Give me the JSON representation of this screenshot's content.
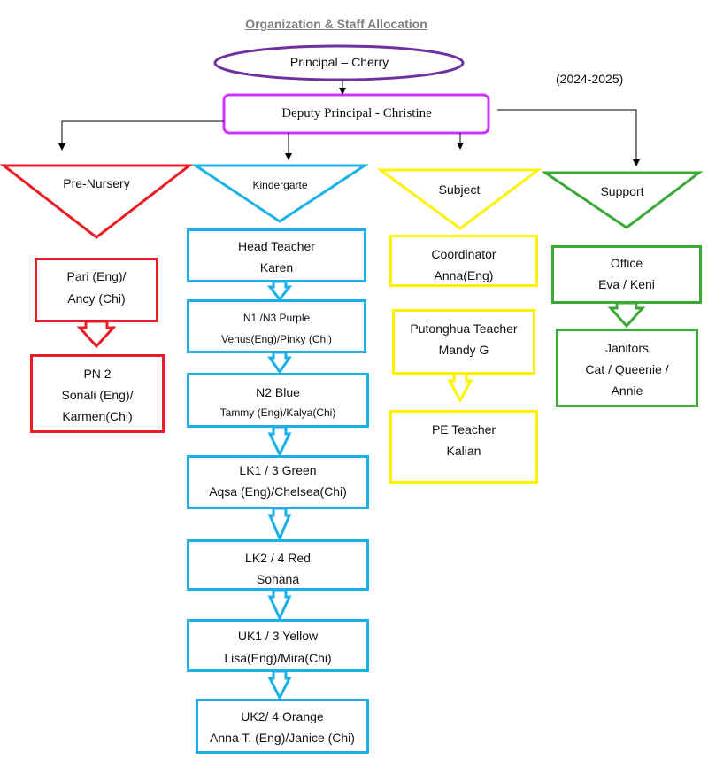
{
  "title": "Organization & Staff Allocation",
  "year": "(2024-2025)",
  "principal": "Principal  – Cherry",
  "deputy": "Deputy Principal - Christine",
  "columns": {
    "pre_nursery": {
      "label": "Pre-Nursery",
      "color": "#ec1c24",
      "boxes": [
        {
          "line1": "Pari (Eng)/",
          "line2": "Ancy (Chi)"
        },
        {
          "line1": "PN 2",
          "line2": "Sonali (Eng)/",
          "line3": "Karmen(Chi)"
        }
      ]
    },
    "kindergarten": {
      "label": "Kindergarte",
      "color": "#1ab0e8",
      "boxes": [
        {
          "line1": "Head Teacher",
          "line2": "Karen"
        },
        {
          "line1": "N1 /N3 Purple",
          "line2": "Venus(Eng)/Pinky (Chi)"
        },
        {
          "line1": "N2 Blue",
          "line2": "Tammy (Eng)/Kalya(Chi)"
        },
        {
          "line1": "LK1 / 3 Green",
          "line2": "Aqsa (Eng)/Chelsea(Chi)"
        },
        {
          "line1": "LK2 / 4 Red",
          "line2": "Sohana"
        },
        {
          "line1": "UK1 / 3 Yellow",
          "line2": "Lisa(Eng)/Mira(Chi)"
        },
        {
          "line1": "UK2/ 4 Orange",
          "line2": "Anna T. (Eng)/Janice (Chi)"
        }
      ]
    },
    "subject": {
      "label": "Subject",
      "color": "#fff200",
      "boxes": [
        {
          "line1": "Coordinator",
          "line2": "Anna(Eng)"
        },
        {
          "line1": "Putonghua Teacher",
          "line2": "Mandy G"
        },
        {
          "line1": "PE Teacher",
          "line2": "Kalian"
        }
      ]
    },
    "support": {
      "label": "Support",
      "color": "#3aa935",
      "boxes": [
        {
          "line1": "Office",
          "line2": "Eva / Keni"
        },
        {
          "line1": "Janitors",
          "line2": "Cat / Queenie /",
          "line3": "Annie"
        }
      ]
    }
  }
}
